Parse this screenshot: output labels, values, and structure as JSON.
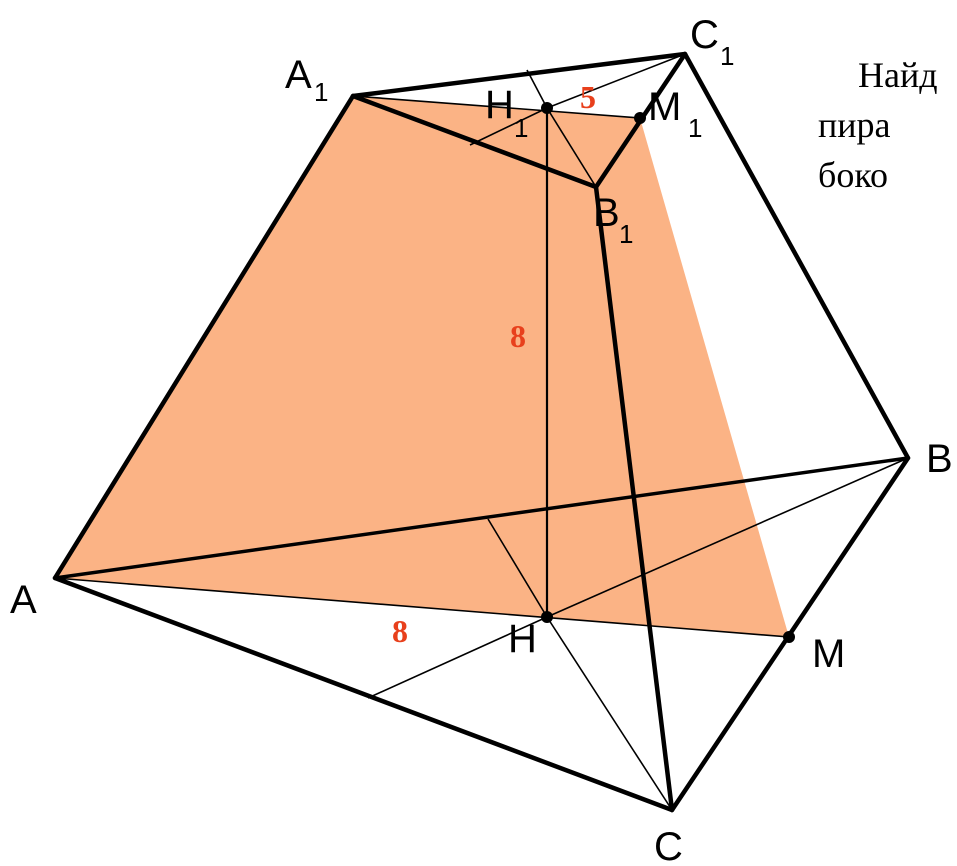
{
  "colors": {
    "section_fill": "#fbb385",
    "measure_text": "#e8401c",
    "edge": "#000000"
  },
  "task_text": [
    "Найд",
    "пира",
    "боко"
  ],
  "points": {
    "A": {
      "name": "A",
      "sub": ""
    },
    "B": {
      "name": "B",
      "sub": ""
    },
    "C": {
      "name": "C",
      "sub": ""
    },
    "H": {
      "name": "H",
      "sub": ""
    },
    "M": {
      "name": "M",
      "sub": ""
    },
    "A1": {
      "name": "A",
      "sub": "1"
    },
    "B1": {
      "name": "B",
      "sub": "1"
    },
    "C1": {
      "name": "C",
      "sub": "1"
    },
    "H1": {
      "name": "H",
      "sub": "1"
    },
    "M1": {
      "name": "M",
      "sub": "1"
    }
  },
  "measurements": {
    "top": "5",
    "height": "8",
    "bottom": "8"
  }
}
